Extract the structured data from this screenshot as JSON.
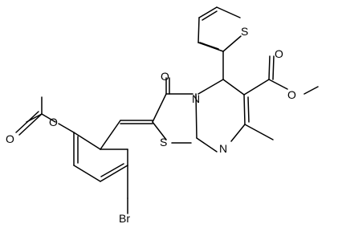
{
  "atoms": {
    "o_acetate_carbonyl": "O",
    "o_acetate_ester": "O",
    "s_thiophene": "S",
    "o_lactam": "O",
    "n_ring": "N",
    "s_thiazole": "S",
    "n_imine": "N",
    "o_ester_carbonyl": "O",
    "o_ester_methoxy": "O",
    "br": "Br"
  },
  "colors": {
    "bond": "#000000",
    "label": "#000000",
    "background": "#ffffff"
  }
}
